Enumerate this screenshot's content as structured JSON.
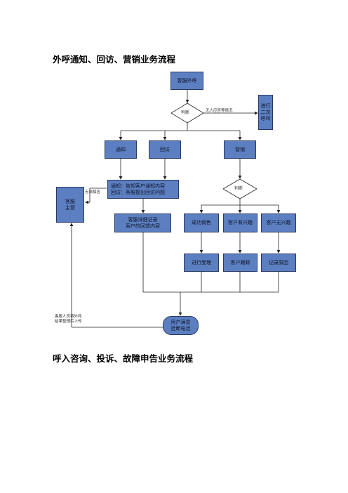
{
  "heading1": "外呼通知、回访、营销业务流程",
  "heading2": "呼入咨询、投诉、故障申告业务流程",
  "nodes": {
    "start": "客服外呼",
    "judge1": "判断",
    "retry": "进行\n二次\n呼叫",
    "notify": "通知",
    "revisit": "回访",
    "marketing": "营销",
    "notify_content": "通知：告知客户通知内容\n回访：客服提出回访问题",
    "supervisor": "客服\n主管",
    "judge2": "判断",
    "record": "客服详细记录\n客户的回馈内容",
    "success": "成功销售",
    "interested": "客户有兴趣",
    "not_interested": "客户无兴趣",
    "handle": "进行受理",
    "track": "客户跟踪",
    "log": "记录原因",
    "end": "用户满意\n挂断电话"
  },
  "labels": {
    "no_answer": "无人应答等情况",
    "cannot_answer": "无法解答",
    "upload_note": "客服人员将外呼\n结果整理后上传"
  }
}
